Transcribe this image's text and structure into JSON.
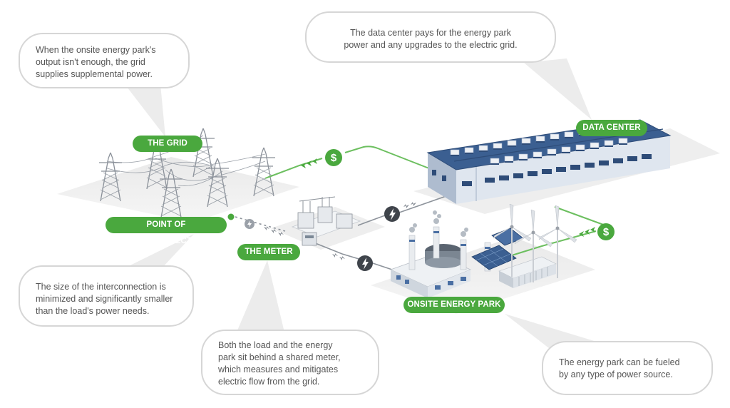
{
  "colors": {
    "accent_green": "#4aa83e",
    "bubble_border": "#d6d6d6",
    "bubble_text": "#555555",
    "building_blue": "#4a6fa3",
    "roof_blue": "#3b5f91"
  },
  "labels": {
    "grid": "THE GRID",
    "point_of_interconnection": "POINT OF INTERCONNECTION",
    "meter": "THE METER",
    "data_center": "DATA CENTER",
    "energy_park": "ONSITE ENERGY PARK"
  },
  "callouts": {
    "grid": "When the onsite energy park's\noutput isn't enough, the grid\nsupplies supplemental power.",
    "data_center": "The data center pays for the energy park\npower and any upgrades to the electric grid.",
    "interconnection": "The size of the interconnection is\nminimized and significantly smaller\nthan the load's power needs.",
    "meter": "Both the load and the energy\npark sit behind a shared meter,\nwhich measures and mitigates\nelectric flow from the grid.",
    "energy_park": "The energy park can be fueled\nby any type of power source."
  },
  "icons": [
    "dollar-icon",
    "lightning-bolt-icon",
    "flow-arrows-icon",
    "transmission-tower-icon",
    "wind-turbine-icon",
    "solar-panel-icon",
    "power-plant-icon",
    "battery-storage-icon",
    "meter-station-icon"
  ]
}
